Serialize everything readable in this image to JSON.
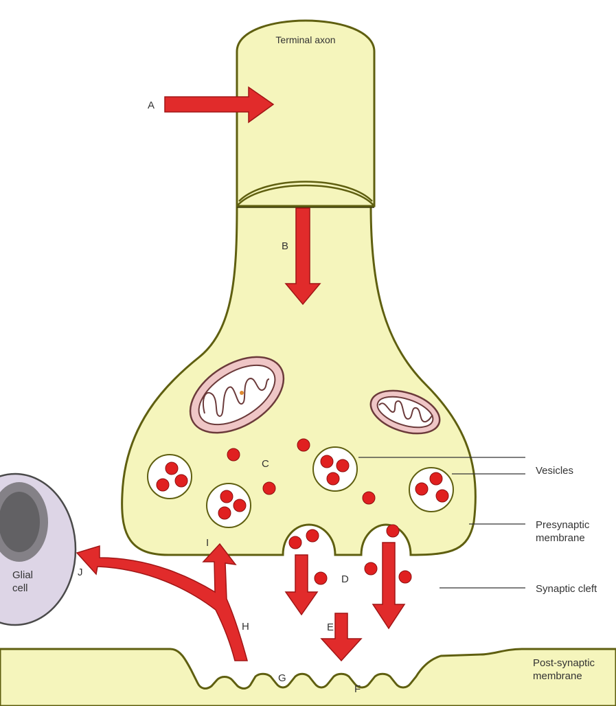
{
  "title": "Terminal axon",
  "letters": {
    "A": "A",
    "B": "B",
    "C": "C",
    "D": "D",
    "E": "E",
    "F": "F",
    "G": "G",
    "H": "H",
    "I": "I",
    "J": "J"
  },
  "labels": {
    "vesicles": "Vesicles",
    "presynaptic_1": "Presynaptic",
    "presynaptic_2": "membrane",
    "cleft": "Synaptic cleft",
    "postsynaptic_1": "Post-synaptic",
    "postsynaptic_2": "membrane",
    "glial_1": "Glial",
    "glial_2": "cell"
  },
  "colors": {
    "cytoplasm": "#f5f5bc",
    "membrane": "#5f5f10",
    "arrow": "#e12b2b",
    "vesicle_dot": "#e02020",
    "mitochondrion": "#efc6c6",
    "glial": "#ddd5e6"
  }
}
